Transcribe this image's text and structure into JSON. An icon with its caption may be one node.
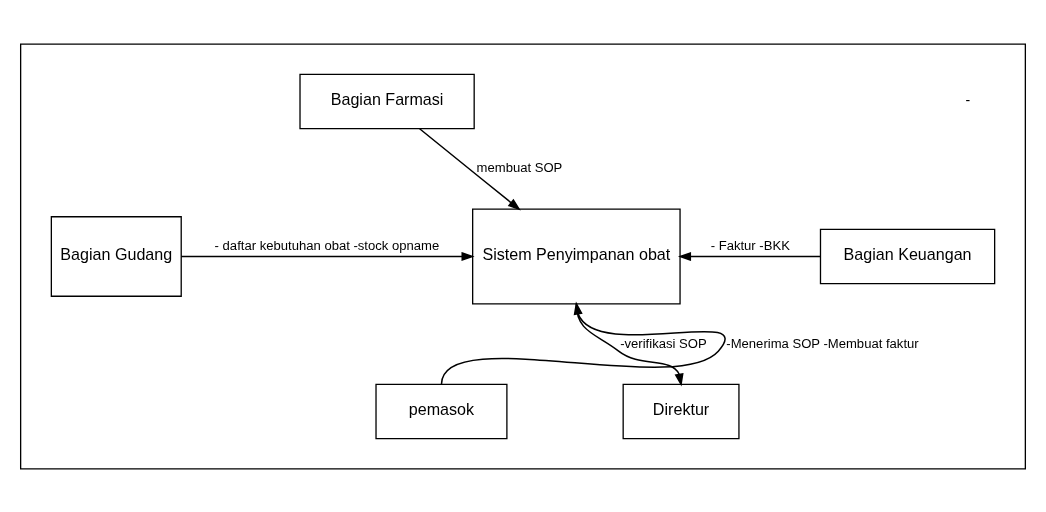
{
  "diagram": {
    "nodes": [
      {
        "text": [],
        "shape": "box"
      },
      {
        "text": [
          "Bagian Farmasi"
        ],
        "in": 0
      },
      {
        "text": [
          "Bagian Gudang"
        ],
        "in": 0
      },
      {
        "text": [
          "Sistem Penyimpanan obat"
        ],
        "in": 0
      },
      {
        "text": [
          "Bagian Keuangan"
        ],
        "in": 0
      },
      {
        "text": [
          "pemasok"
        ],
        "in": 0
      },
      {
        "text": [
          "Direktur"
        ],
        "in": 0
      }
    ],
    "edges": [
      {
        "from": 1,
        "to": 3,
        "arrow": "to",
        "label": "membuat SOP"
      },
      {
        "from": 2,
        "to": 3,
        "arrow": "to",
        "label": "- daftar kebutuhan obat -stock opname"
      },
      {
        "from": 4,
        "to": 3,
        "arrow": "to",
        "label": "- Faktur -BKK"
      },
      {
        "from": 5,
        "to": 3,
        "arrow": "to",
        "label": "-Menerima SOP -Membuat faktur"
      },
      {
        "from": 3,
        "to": 6,
        "arrow": "to",
        "label": "-verifikasi SOP"
      }
    ],
    "labels": [
      "-"
    ]
  }
}
